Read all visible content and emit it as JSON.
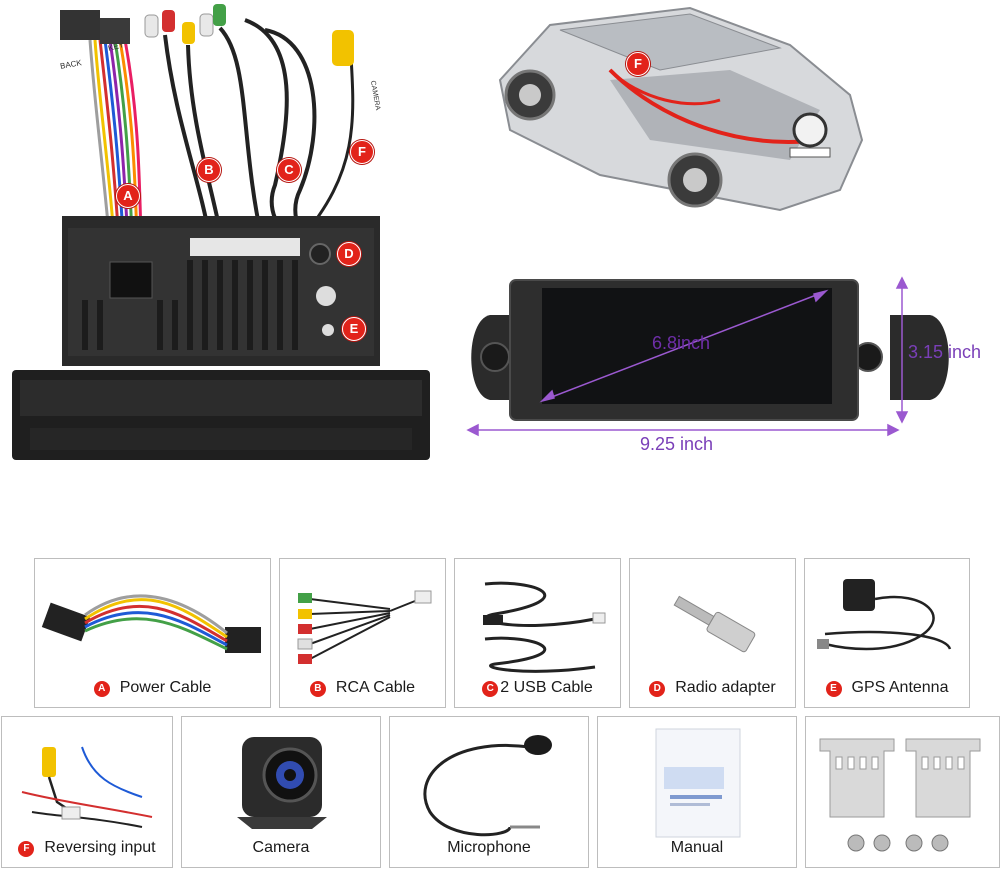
{
  "unit_view": {
    "markers": {
      "a": "A",
      "b": "B",
      "c": "C",
      "d": "D",
      "e": "E",
      "f": "F"
    },
    "harness_labels": {
      "back": "BACK",
      "key": "KEY",
      "camera": "CAMERA"
    }
  },
  "car_view": {
    "marker": "F"
  },
  "dimensions": {
    "diagonal": "6.8inch",
    "height": "3.15 inch",
    "width": "9.25 inch"
  },
  "accessories": [
    {
      "badge": "A",
      "label": "Power Cable",
      "icon": "power-cable-icon"
    },
    {
      "badge": "B",
      "label": "RCA Cable",
      "icon": "rca-cable-icon"
    },
    {
      "badge": "C",
      "label": "2 USB Cable",
      "icon": "usb-cable-icon"
    },
    {
      "badge": "D",
      "label": "Radio adapter",
      "icon": "radio-adapter-icon"
    },
    {
      "badge": "E",
      "label": "GPS Antenna",
      "icon": "gps-antenna-icon"
    },
    {
      "badge": "F",
      "label": "Reversing input",
      "icon": "reversing-input-icon"
    },
    {
      "badge": "",
      "label": "Camera",
      "icon": "camera-icon"
    },
    {
      "badge": "",
      "label": "Microphone",
      "icon": "microphone-icon"
    },
    {
      "badge": "",
      "label": "Manual",
      "icon": "manual-icon"
    },
    {
      "badge": "",
      "label": "",
      "icon": "mounting-bracket-icon"
    }
  ],
  "colors": {
    "marker_red": "#e2231a",
    "dimension_purple": "#9b59d0",
    "card_border": "#bdbdbd",
    "unit_body": "#2a2a2a"
  }
}
